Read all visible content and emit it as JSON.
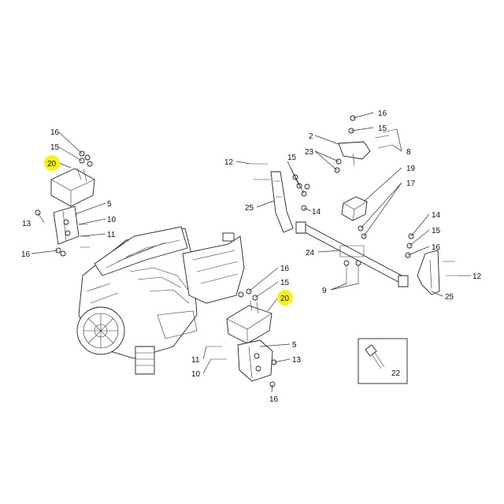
{
  "diagram": {
    "highlight_color": "#f7f21a",
    "line_color": "#222222",
    "callouts": [
      {
        "id": "c16-tl",
        "text": "16"
      },
      {
        "id": "c15-tl",
        "text": "15"
      },
      {
        "id": "c20-tl",
        "text": "20",
        "highlighted": true
      },
      {
        "id": "c5-l",
        "text": "5"
      },
      {
        "id": "c13-l",
        "text": "13"
      },
      {
        "id": "c10-l",
        "text": "10"
      },
      {
        "id": "c11-l",
        "text": "11"
      },
      {
        "id": "c16-l",
        "text": "16"
      },
      {
        "id": "c12-m",
        "text": "12"
      },
      {
        "id": "c15-m",
        "text": "15"
      },
      {
        "id": "c25-m",
        "text": "25"
      },
      {
        "id": "c14-m",
        "text": "14"
      },
      {
        "id": "c16-tr",
        "text": "16"
      },
      {
        "id": "c15-tr",
        "text": "15"
      },
      {
        "id": "c2-tr",
        "text": "2"
      },
      {
        "id": "c23-tr",
        "text": "23"
      },
      {
        "id": "c8-tr",
        "text": "8"
      },
      {
        "id": "c19-r",
        "text": "19"
      },
      {
        "id": "c17-r",
        "text": "17"
      },
      {
        "id": "c14-r",
        "text": "14"
      },
      {
        "id": "c15-r",
        "text": "15"
      },
      {
        "id": "c24-r",
        "text": "24"
      },
      {
        "id": "c16-r",
        "text": "16"
      },
      {
        "id": "c12-r",
        "text": "12"
      },
      {
        "id": "c9-r",
        "text": "9"
      },
      {
        "id": "c25-r",
        "text": "25"
      },
      {
        "id": "c16-c",
        "text": "16"
      },
      {
        "id": "c15-c",
        "text": "15"
      },
      {
        "id": "c20-c",
        "text": "20",
        "highlighted": true
      },
      {
        "id": "c5-b",
        "text": "5"
      },
      {
        "id": "c11-b",
        "text": "11"
      },
      {
        "id": "c10-b",
        "text": "10"
      },
      {
        "id": "c13-b",
        "text": "13"
      },
      {
        "id": "c16-b",
        "text": "16"
      },
      {
        "id": "c22-box",
        "text": "22"
      }
    ]
  }
}
